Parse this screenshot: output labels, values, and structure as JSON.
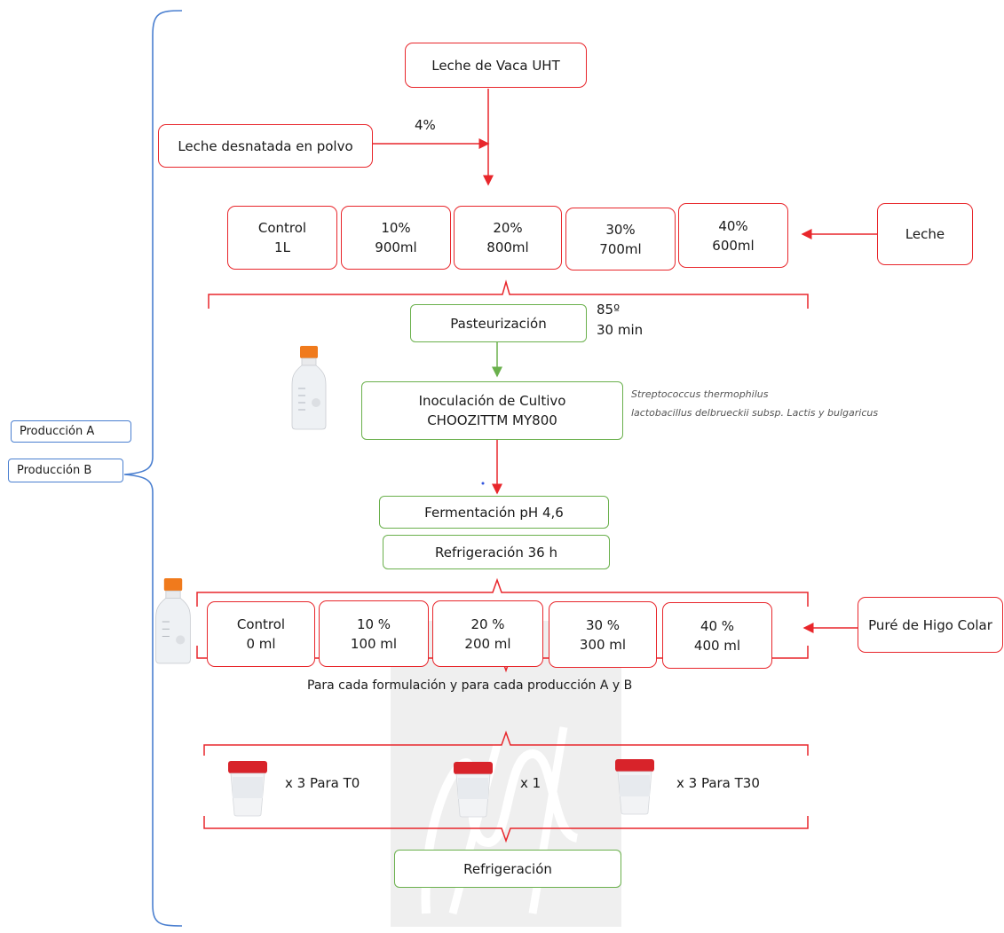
{
  "production_labels": {
    "a": "Producción A",
    "b": "Producción B"
  },
  "top": {
    "milk": "Leche de Vaca UHT",
    "powder": "Leche desnatada en polvo",
    "powder_pct": "4%"
  },
  "milk_variants": [
    {
      "pct": "Control",
      "vol": "1L"
    },
    {
      "pct": "10%",
      "vol": "900ml"
    },
    {
      "pct": "20%",
      "vol": "800ml"
    },
    {
      "pct": "30%",
      "vol": "700ml"
    },
    {
      "pct": "40%",
      "vol": "600ml"
    }
  ],
  "milk_side": "Leche",
  "pasteurization": {
    "label": "Pasteurización",
    "temp": "85º",
    "time": "30 min"
  },
  "inoculation": {
    "line1": "Inoculación de Cultivo",
    "line2": "CHOOZITTM MY800"
  },
  "cultures": {
    "line1": "Streptococcus thermophilus",
    "line2": "lactobacillus delbrueckii subsp. Lactis y bulgaricus"
  },
  "fermentation": "Fermentación pH 4,6",
  "refrigeration_36": "Refrigeración 36 h",
  "fig_variants": [
    {
      "pct": "Control",
      "vol": "0 ml"
    },
    {
      "pct": "10 %",
      "vol": "100 ml"
    },
    {
      "pct": "20 %",
      "vol": "200 ml"
    },
    {
      "pct": "30 %",
      "vol": "300 ml"
    },
    {
      "pct": "40 %",
      "vol": "400 ml"
    }
  ],
  "fig_side": "Puré de Higo Colar",
  "each_formulation": "Para cada formulación y para cada producción A y B",
  "samples": {
    "t0": "x 3 Para T0",
    "mid": "x 1",
    "t30": "x 3 Para T30"
  },
  "final_refrigeration": "Refrigeración",
  "colors": {
    "red": "#e8262b",
    "green": "#6ab04c",
    "blue": "#4a7fd0",
    "cap_orange": "#f07a1c",
    "cup_red": "#d8232a"
  }
}
